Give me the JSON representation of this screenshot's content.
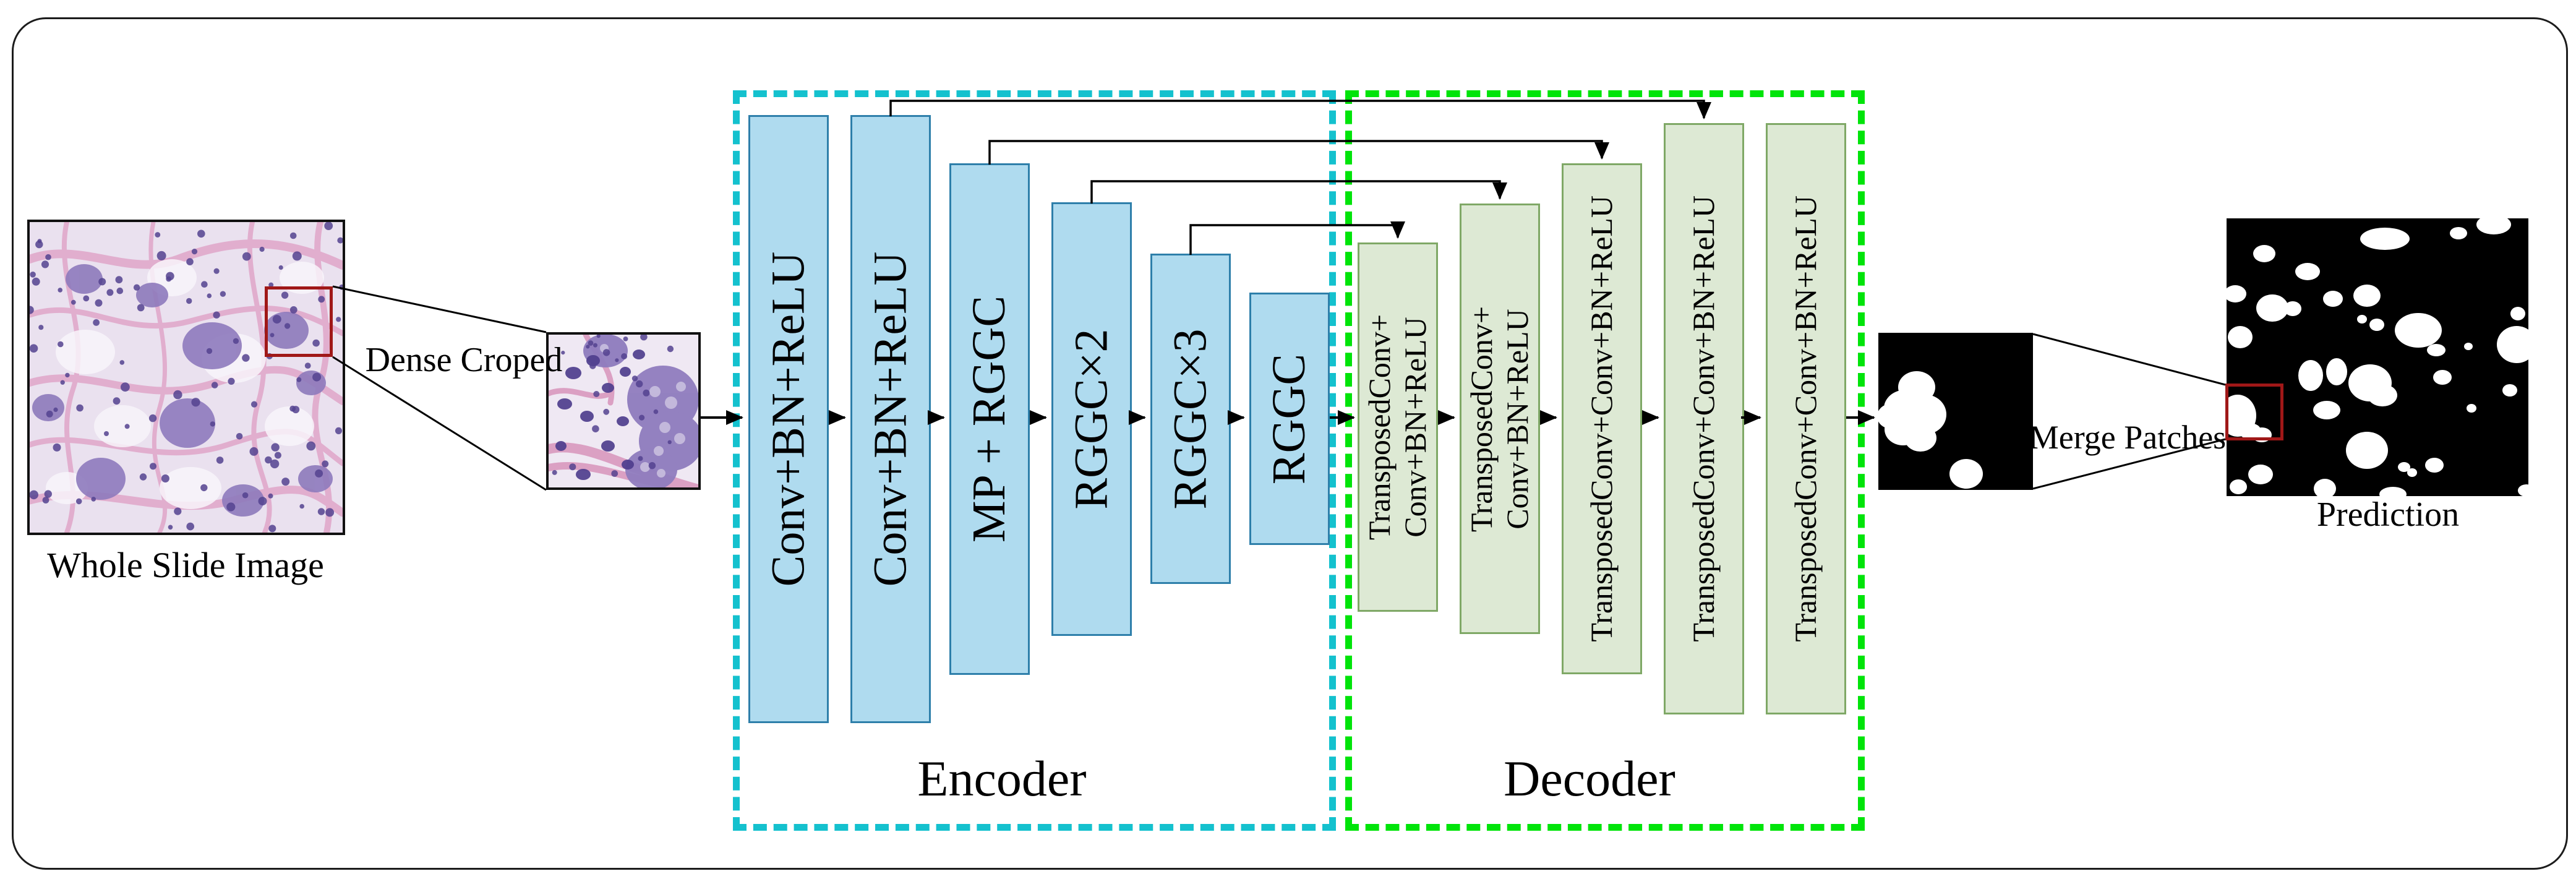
{
  "figure": {
    "type": "neural-network-architecture-diagram",
    "labels": {
      "wsi": "Whole Slide Image",
      "dense_crop": "Dense Croped",
      "merge": "Merge Patches",
      "prediction": "Prediction"
    },
    "encoder": {
      "title": "Encoder",
      "blocks": [
        {
          "lines": [
            "Conv+BN+ReLU"
          ]
        },
        {
          "lines": [
            "Conv+BN+ReLU"
          ]
        },
        {
          "lines": [
            "MP + RGGC"
          ]
        },
        {
          "lines": [
            "RGGC×2"
          ]
        },
        {
          "lines": [
            "RGGC×3"
          ]
        },
        {
          "lines": [
            "RGGC"
          ]
        }
      ]
    },
    "decoder": {
      "title": "Decoder",
      "blocks": [
        {
          "lines": [
            "TransposedConv+",
            "Conv+BN+ReLU"
          ]
        },
        {
          "lines": [
            "TransposedConv+",
            "Conv+BN+ReLU"
          ]
        },
        {
          "lines": [
            "TransposedConv+Conv+BN+ReLU"
          ]
        },
        {
          "lines": [
            "TransposedConv+Conv+BN+ReLU"
          ]
        },
        {
          "lines": [
            "TransposedConv+Conv+BN+ReLU"
          ]
        }
      ]
    },
    "skip_connections": [
      {
        "from": "encoder-block-2",
        "to": "decoder-block-4"
      },
      {
        "from": "encoder-block-3",
        "to": "decoder-block-3"
      },
      {
        "from": "encoder-block-4",
        "to": "decoder-block-2"
      },
      {
        "from": "encoder-block-5",
        "to": "decoder-block-1"
      }
    ],
    "colors": {
      "encoder_block_fill": "#AFDBEF",
      "encoder_block_border": "#2E7FAA",
      "decoder_block_fill": "#DDE9D4",
      "decoder_block_border": "#7FA866",
      "encoder_box_dash": "#14C1CE",
      "decoder_box_dash": "#00E40A",
      "highlight_red": "#A01818",
      "mask_background": "#000000",
      "mask_foreground": "#ffffff"
    }
  }
}
